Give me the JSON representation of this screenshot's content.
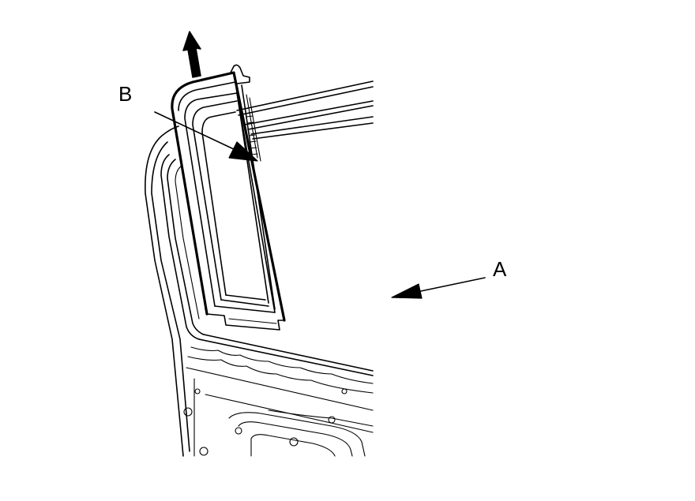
{
  "diagram": {
    "callouts": {
      "a": "A",
      "b": "B"
    },
    "parts": {
      "a": "door-frame",
      "b": "glass-run-channel"
    },
    "icons": {
      "removal_arrow": "up-arrow-icon"
    },
    "colors": {
      "line": "#000000",
      "background": "#ffffff"
    }
  }
}
